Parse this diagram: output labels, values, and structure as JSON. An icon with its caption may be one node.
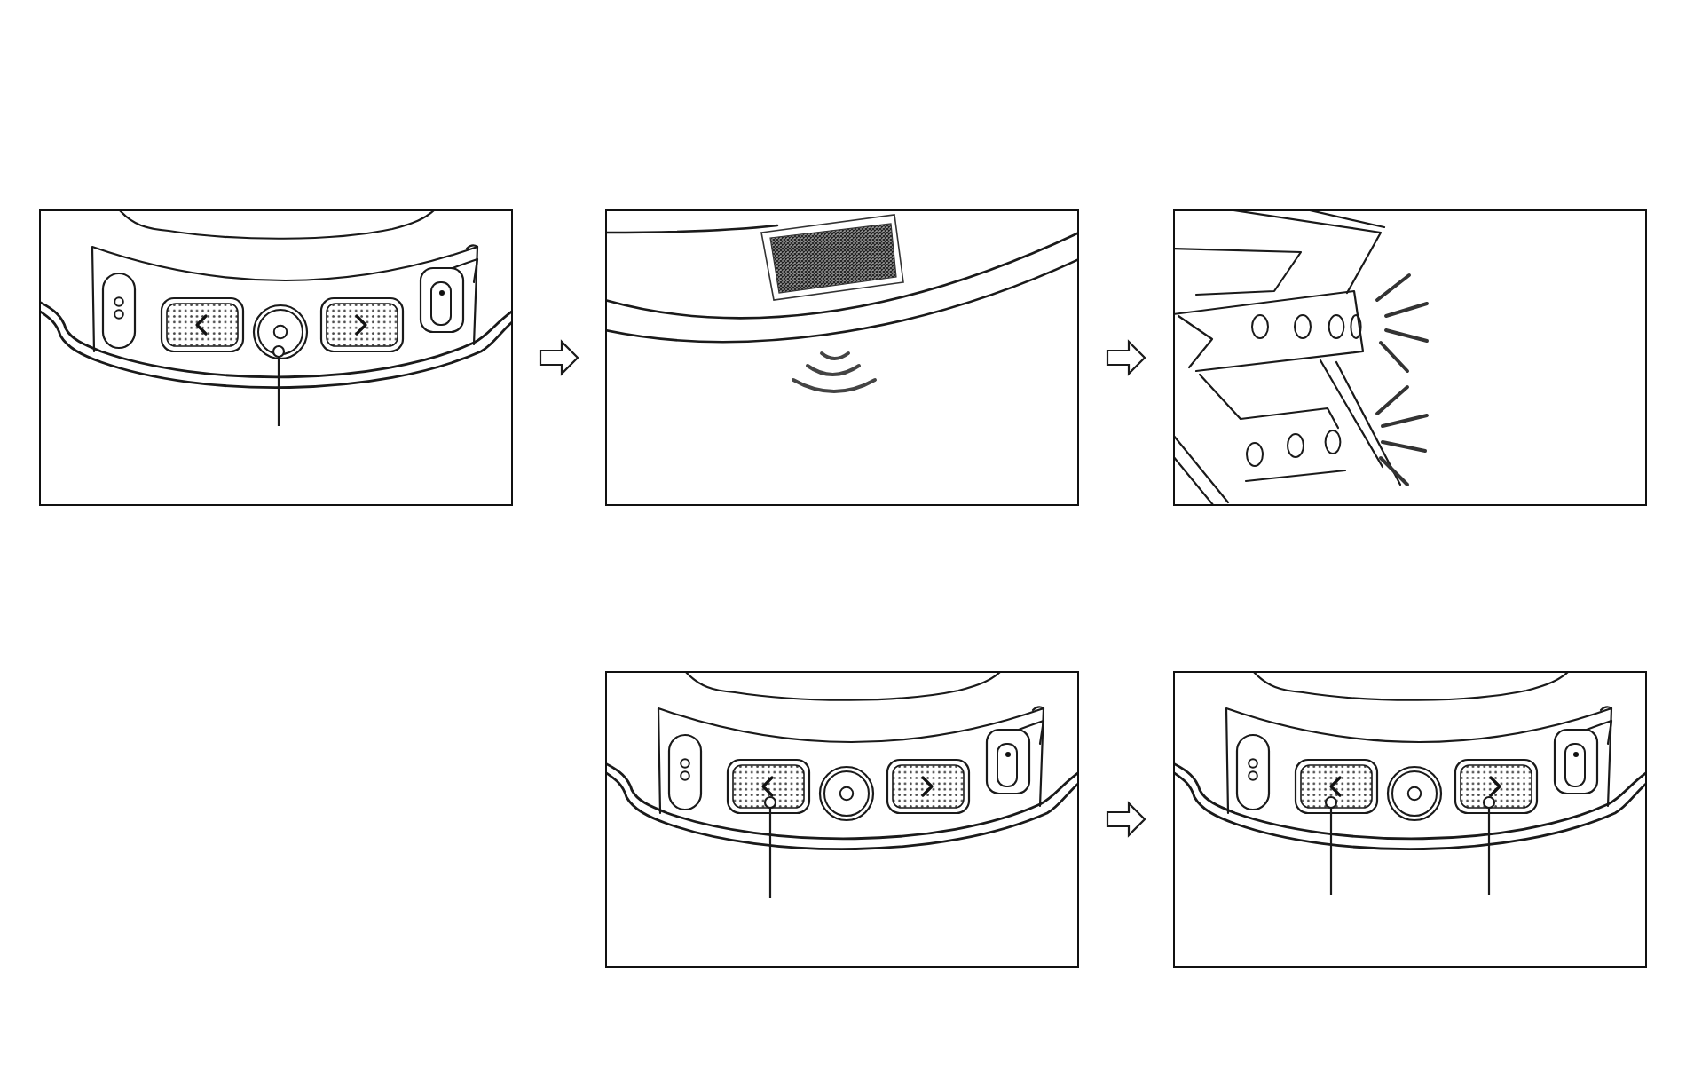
{
  "diagram": {
    "nodes": [
      {
        "text": [],
        "shape": "picture"
      },
      {
        "text": [],
        "shape": "circle",
        "in": 0
      },
      {
        "text": [],
        "shape": "picture"
      },
      {
        "text": [],
        "shape": "picture"
      },
      {
        "text": [],
        "shape": "picture"
      },
      {
        "text": [],
        "shape": "circle",
        "in": 4
      },
      {
        "text": [],
        "shape": "picture"
      },
      {
        "text": [],
        "shape": "circle",
        "in": 6
      },
      {
        "text": [],
        "shape": "circle",
        "in": 6
      }
    ],
    "edges": [
      {
        "from": 0,
        "to": 2,
        "arrow": "to"
      },
      {
        "from": 2,
        "to": 3,
        "arrow": "to"
      },
      {
        "from": 4,
        "to": 6,
        "arrow": "to"
      },
      {
        "from": null,
        "to": 1,
        "arrow": "none"
      },
      {
        "from": null,
        "to": 5,
        "arrow": "none"
      },
      {
        "from": null,
        "to": 7,
        "arrow": "none"
      },
      {
        "from": null,
        "to": 8,
        "arrow": "none"
      }
    ]
  }
}
